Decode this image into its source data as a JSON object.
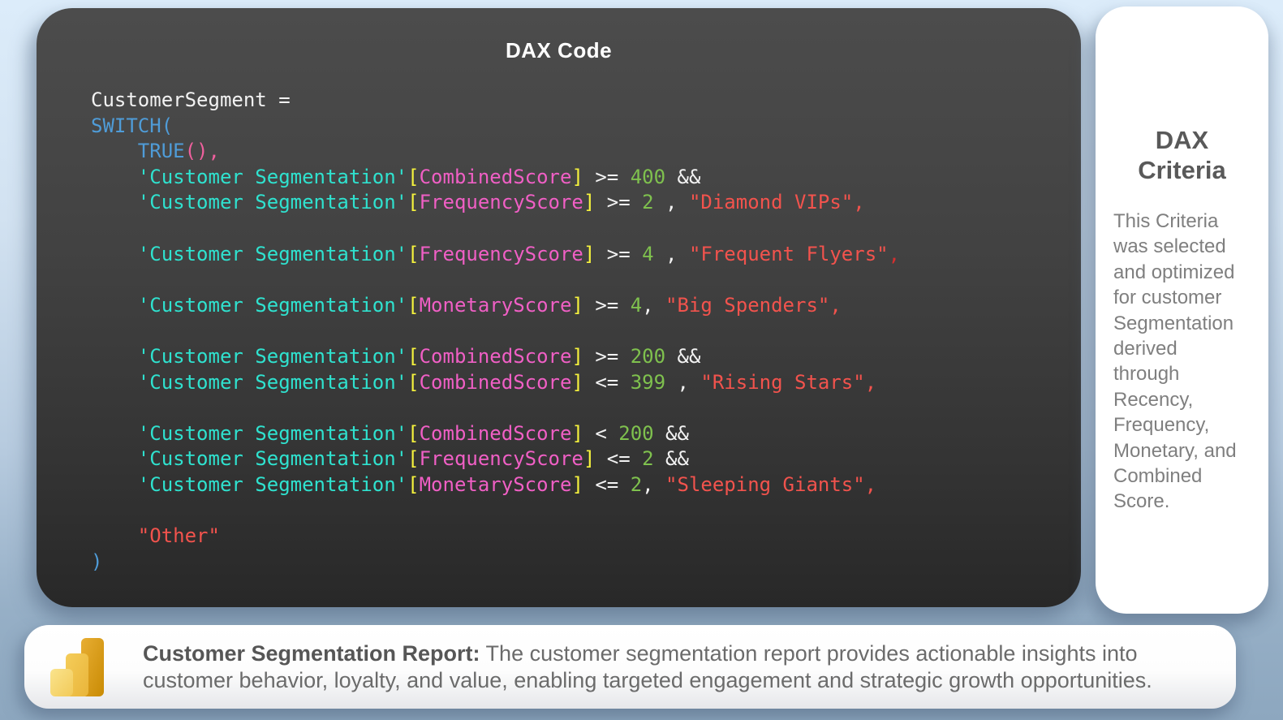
{
  "code_panel": {
    "title": "DAX Code",
    "colors": {
      "w": "#f2f2f2",
      "b": "#4f9cd8",
      "p": "#f0609e",
      "t": "#2fe2cf",
      "y": "#f5f23d",
      "f": "#f05fc5",
      "n": "#7fc14e",
      "r": "#f2534d",
      "d": "#d62f2f"
    },
    "lines": [
      {
        "tokens": [
          {
            "t": "CustomerSegment =",
            "c": "w"
          }
        ]
      },
      {
        "tokens": [
          {
            "t": "SWITCH(",
            "c": "b"
          }
        ]
      },
      {
        "tokens": [
          {
            "t": "    ",
            "c": "w"
          },
          {
            "t": "TRUE",
            "c": "b"
          },
          {
            "t": "(),",
            "c": "p"
          }
        ]
      },
      {
        "tokens": [
          {
            "t": "    ",
            "c": "w"
          },
          {
            "t": "'Customer Segmentation'",
            "c": "t"
          },
          {
            "t": "[",
            "c": "y"
          },
          {
            "t": "CombinedScore",
            "c": "f"
          },
          {
            "t": "]",
            "c": "y"
          },
          {
            "t": " >= ",
            "c": "w"
          },
          {
            "t": "400",
            "c": "n"
          },
          {
            "t": " &&",
            "c": "w"
          }
        ]
      },
      {
        "tokens": [
          {
            "t": "    ",
            "c": "w"
          },
          {
            "t": "'Customer Segmentation'",
            "c": "t"
          },
          {
            "t": "[",
            "c": "y"
          },
          {
            "t": "FrequencyScore",
            "c": "f"
          },
          {
            "t": "]",
            "c": "y"
          },
          {
            "t": " >= ",
            "c": "w"
          },
          {
            "t": "2",
            "c": "n"
          },
          {
            "t": " , ",
            "c": "w"
          },
          {
            "t": "\"Diamond VIPs\",",
            "c": "r"
          }
        ]
      },
      {
        "tokens": []
      },
      {
        "tokens": [
          {
            "t": "    ",
            "c": "w"
          },
          {
            "t": "'Customer Segmentation'",
            "c": "t"
          },
          {
            "t": "[",
            "c": "y"
          },
          {
            "t": "FrequencyScore",
            "c": "f"
          },
          {
            "t": "]",
            "c": "y"
          },
          {
            "t": " >= ",
            "c": "w"
          },
          {
            "t": "4",
            "c": "n"
          },
          {
            "t": " , ",
            "c": "w"
          },
          {
            "t": "\"Frequent Flyers\"",
            "c": "r"
          },
          {
            "t": ",",
            "c": "d"
          }
        ]
      },
      {
        "tokens": []
      },
      {
        "tokens": [
          {
            "t": "    ",
            "c": "w"
          },
          {
            "t": "'Customer Segmentation'",
            "c": "t"
          },
          {
            "t": "[",
            "c": "y"
          },
          {
            "t": "MonetaryScore",
            "c": "f"
          },
          {
            "t": "]",
            "c": "y"
          },
          {
            "t": " >= ",
            "c": "w"
          },
          {
            "t": "4",
            "c": "n"
          },
          {
            "t": ", ",
            "c": "w"
          },
          {
            "t": "\"Big Spenders\",",
            "c": "r"
          }
        ]
      },
      {
        "tokens": []
      },
      {
        "tokens": [
          {
            "t": "    ",
            "c": "w"
          },
          {
            "t": "'Customer Segmentation'",
            "c": "t"
          },
          {
            "t": "[",
            "c": "y"
          },
          {
            "t": "CombinedScore",
            "c": "f"
          },
          {
            "t": "]",
            "c": "y"
          },
          {
            "t": " >= ",
            "c": "w"
          },
          {
            "t": "200",
            "c": "n"
          },
          {
            "t": " &&",
            "c": "w"
          }
        ]
      },
      {
        "tokens": [
          {
            "t": "    ",
            "c": "w"
          },
          {
            "t": "'Customer Segmentation'",
            "c": "t"
          },
          {
            "t": "[",
            "c": "y"
          },
          {
            "t": "CombinedScore",
            "c": "f"
          },
          {
            "t": "]",
            "c": "y"
          },
          {
            "t": " <= ",
            "c": "w"
          },
          {
            "t": "399",
            "c": "n"
          },
          {
            "t": " , ",
            "c": "w"
          },
          {
            "t": "\"Rising Stars\",",
            "c": "r"
          }
        ]
      },
      {
        "tokens": []
      },
      {
        "tokens": [
          {
            "t": "    ",
            "c": "w"
          },
          {
            "t": "'Customer Segmentation'",
            "c": "t"
          },
          {
            "t": "[",
            "c": "y"
          },
          {
            "t": "CombinedScore",
            "c": "f"
          },
          {
            "t": "]",
            "c": "y"
          },
          {
            "t": " < ",
            "c": "w"
          },
          {
            "t": "200",
            "c": "n"
          },
          {
            "t": " &&",
            "c": "w"
          }
        ]
      },
      {
        "tokens": [
          {
            "t": "    ",
            "c": "w"
          },
          {
            "t": "'Customer Segmentation'",
            "c": "t"
          },
          {
            "t": "[",
            "c": "y"
          },
          {
            "t": "FrequencyScore",
            "c": "f"
          },
          {
            "t": "]",
            "c": "y"
          },
          {
            "t": " <= ",
            "c": "w"
          },
          {
            "t": "2",
            "c": "n"
          },
          {
            "t": " &&",
            "c": "w"
          }
        ]
      },
      {
        "tokens": [
          {
            "t": "    ",
            "c": "w"
          },
          {
            "t": "'Customer Segmentation'",
            "c": "t"
          },
          {
            "t": "[",
            "c": "y"
          },
          {
            "t": "MonetaryScore",
            "c": "f"
          },
          {
            "t": "]",
            "c": "y"
          },
          {
            "t": " <= ",
            "c": "w"
          },
          {
            "t": "2",
            "c": "n"
          },
          {
            "t": ", ",
            "c": "w"
          },
          {
            "t": "\"Sleeping Giants\",",
            "c": "r"
          }
        ]
      },
      {
        "tokens": []
      },
      {
        "tokens": [
          {
            "t": "    ",
            "c": "w"
          },
          {
            "t": "\"Other\"",
            "c": "r"
          }
        ]
      },
      {
        "tokens": [
          {
            "t": ")",
            "c": "b"
          }
        ]
      }
    ]
  },
  "criteria_panel": {
    "title": "DAX\nCriteria",
    "body": "This Criteria\nwas selected\nand optimized\nfor customer\nSegmentation\nderived\nthrough\nRecency,\nFrequency,\nMonetary, and\nCombined\nScore."
  },
  "footer": {
    "icon": "power-bi-logo",
    "icon_colors": {
      "bar_light": "#f9e084",
      "bar_mid": "#f2c64c",
      "bar_dark": "#dda022"
    },
    "title": "Customer Segmentation Report:",
    "body": " The customer segmentation report provides actionable insights into customer behavior, loyalty, and value, enabling targeted engagement and strategic growth opportunities."
  }
}
